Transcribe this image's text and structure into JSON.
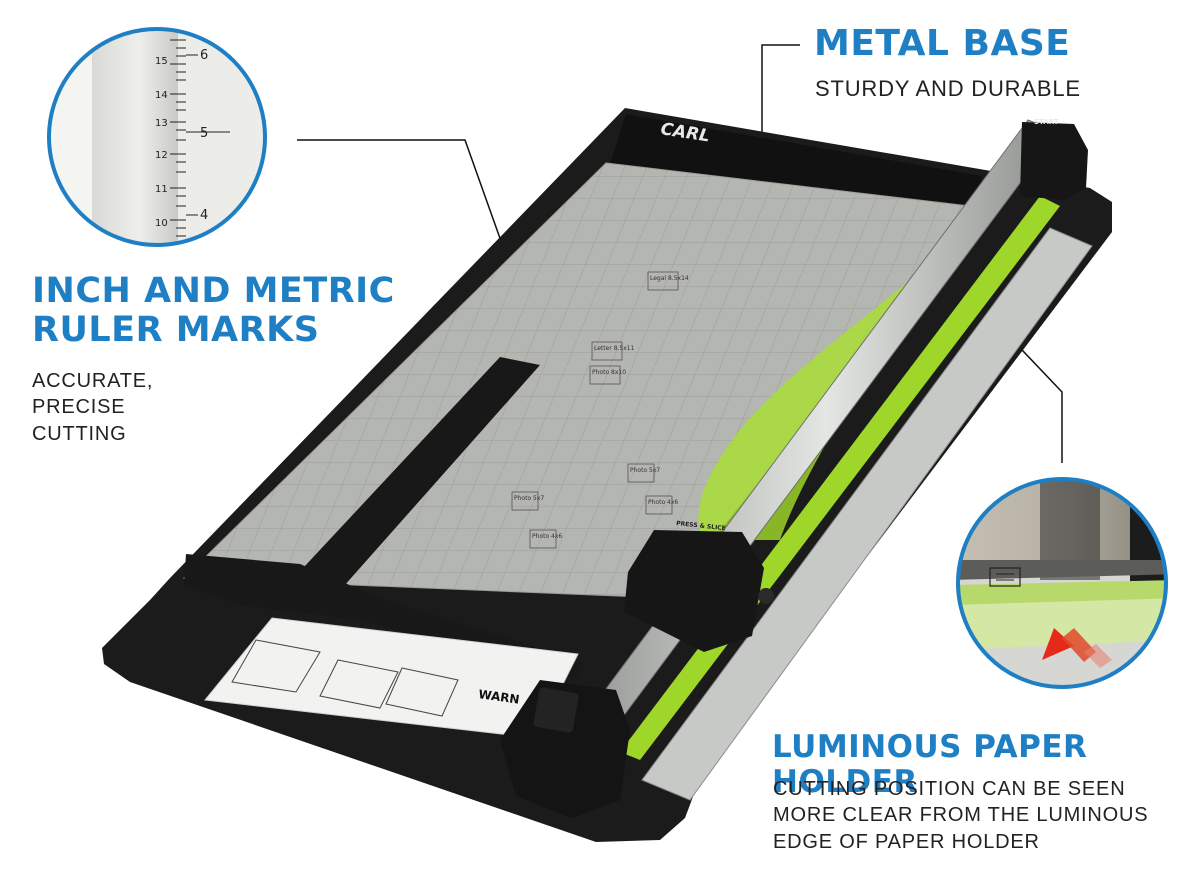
{
  "callouts": {
    "metal_base": {
      "title": "METAL BASE",
      "subtitle": "STURDY AND DURABLE"
    },
    "ruler_marks": {
      "title_lines": [
        "INCH AND METRIC",
        "RULER MARKS"
      ],
      "subtitle_lines": [
        "ACCURATE,",
        "PRECISE",
        "CUTTING"
      ]
    },
    "paper_holder": {
      "title": "LUMINOUS PAPER HOLDER",
      "subtitle_lines": [
        "CUTTING POSITION CAN BE SEEN",
        "MORE CLEAR FROM THE LUMINOUS",
        "EDGE OF PAPER HOLDER"
      ]
    }
  },
  "product": {
    "brand_logo": "CARL",
    "start_label": "START",
    "press_label": "PRESS & SLICE",
    "warning_label": "WARN",
    "template_labels": [
      "Legal 8.5x14",
      "Letter 8.5x11",
      "Photo 8x10",
      "Photo 5x7",
      "Photo 4x6",
      "Photo 5x7",
      "Photo 4x6"
    ]
  },
  "ruler_zoom": {
    "cm_ticks": [
      "15",
      "14",
      "13",
      "12",
      "11",
      "10"
    ],
    "inch_ticks": [
      "6",
      "5",
      "4"
    ]
  },
  "colors": {
    "accent_blue": "#1f7fc4",
    "luminous_green": "#a6e22a",
    "base_black": "#1b1b1b",
    "cutting_mat_gray": "#b4b6b1"
  }
}
